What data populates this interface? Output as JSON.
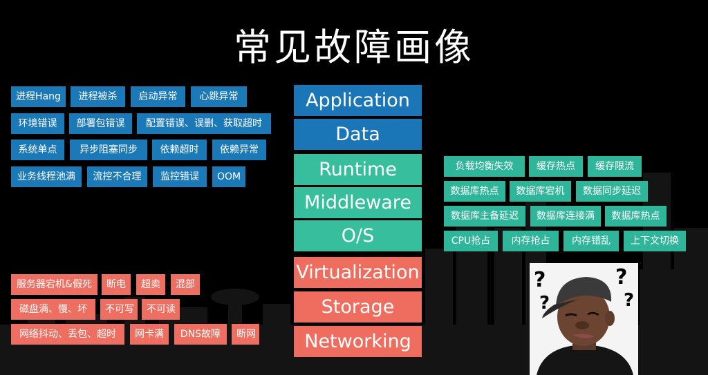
{
  "title": "常见故障画像",
  "left_blue_tags": [
    "进程Hang",
    "进程被杀",
    "启动异常",
    "心跳异常",
    "环境错误",
    "部署包错误",
    "配置错误、误删、获取超时",
    "系统单点",
    "异步阻塞同步",
    "依赖超时",
    "依赖异常",
    "业务线程池满",
    "流控不合理",
    "监控错误",
    "OOM"
  ],
  "left_red_tags": [
    "服务器宕机&假死",
    "断电",
    "超卖",
    "混部",
    "磁盘满、慢、坏",
    "不可写",
    "不可读",
    "网络抖动、丢包、超时",
    "网卡满",
    "DNS故障",
    "断网"
  ],
  "right_green_tags": [
    "负载均衡失效",
    "缓存热点",
    "缓存限流",
    "数据库热点",
    "数据库宕机",
    "数据同步延迟",
    "数据库主备延迟",
    "数据库连接满",
    "数据库热点",
    "CPU抢占",
    "内存抢占",
    "内存错乱",
    "上下文切换"
  ],
  "stack_layers": [
    "Application",
    "Data",
    "Runtime",
    "Middleware",
    "O/S",
    "Virtualization",
    "Storage",
    "Networking"
  ],
  "colors": {
    "blue": "#1c79b8",
    "green": "#2fb59a",
    "red": "#ee6f62"
  },
  "meme": {
    "marks": [
      "?",
      "?",
      "?",
      "?"
    ]
  }
}
